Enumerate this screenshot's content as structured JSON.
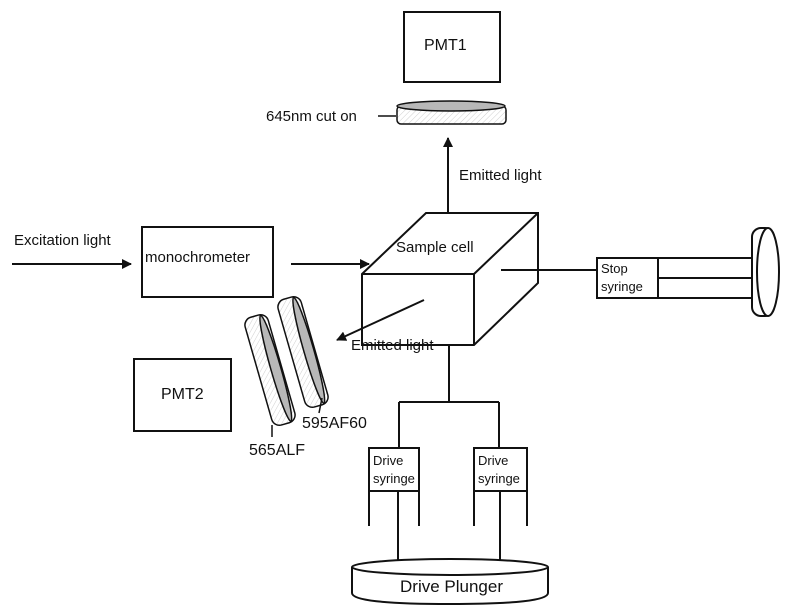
{
  "labels": {
    "pmt1": "PMT1",
    "pmt2": "PMT2",
    "cut_on_filter": "645nm cut on",
    "emitted_light_top": "Emitted light",
    "emitted_light_side": "Emitted light",
    "excitation_light": "Excitation light",
    "monochromator": "monochrometer",
    "sample_cell": "Sample cell",
    "stop_syringe_line1": "Stop",
    "stop_syringe_line2": "syringe",
    "filter_565": "565ALF",
    "filter_595": "595AF60",
    "drive_syringe_left_line1": "Drive",
    "drive_syringe_left_line2": "syringe",
    "drive_syringe_right_line1": "Drive",
    "drive_syringe_right_line2": "syringe",
    "drive_plunger": "Drive Plunger"
  },
  "colors": {
    "stroke": "#111111",
    "filter_fill": "#b8b8b8"
  }
}
